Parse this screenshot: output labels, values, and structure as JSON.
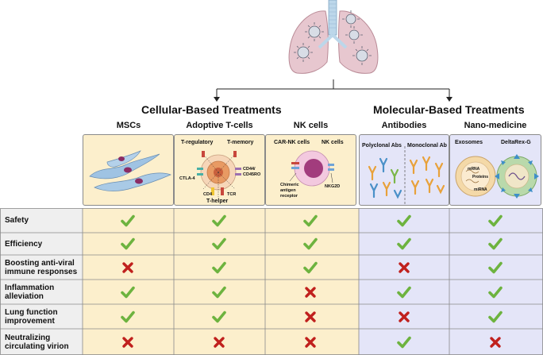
{
  "groups": {
    "cellular": "Cellular-Based Treatments",
    "molecular": "Molecular-Based Treatments"
  },
  "columns": [
    {
      "key": "mscs",
      "label": "MSCs",
      "group": "cellular"
    },
    {
      "key": "tcells",
      "label": "Adoptive T-cells",
      "group": "cellular"
    },
    {
      "key": "nk",
      "label": "NK cells",
      "group": "cellular"
    },
    {
      "key": "ab",
      "label": "Antibodies",
      "group": "molecular"
    },
    {
      "key": "nano",
      "label": "Nano-medicine",
      "group": "molecular"
    }
  ],
  "panels": {
    "tcells": {
      "treg": "T-regulatory",
      "tmem": "T-memory",
      "ctla4": "CTLA-4",
      "cd44": "CD44/",
      "cd45": "CD45RO",
      "cd4": "CD4",
      "tcr": "TCR",
      "thelper": "T-helper"
    },
    "nk": {
      "carnk": "CAR-NK cells",
      "nkcells": "NK cells",
      "chim1": "Chimeric",
      "chim2": "antigen",
      "chim3": "receptor",
      "nkg2d": "NKG2D"
    },
    "ab": {
      "poly": "Polyclonal Abs",
      "mono": "Monoclonal Ab"
    },
    "nano": {
      "exo": "Exosomes",
      "delta": "DeltaRex-G",
      "prot": "Proteins",
      "mrna": "mRNA",
      "mirna": "miRNA"
    }
  },
  "rows": [
    {
      "label": "Safety",
      "values": [
        "check",
        "check",
        "check",
        "check",
        "check"
      ]
    },
    {
      "label": "Efficiency",
      "values": [
        "check",
        "check",
        "check",
        "check",
        "check"
      ]
    },
    {
      "label": "Boosting anti-viral immune responses",
      "values": [
        "cross",
        "check",
        "check",
        "cross",
        "check"
      ]
    },
    {
      "label": "Inflammation alleviation",
      "values": [
        "check",
        "check",
        "cross",
        "check",
        "check"
      ]
    },
    {
      "label": "Lung function improvement",
      "values": [
        "check",
        "check",
        "cross",
        "cross",
        "check"
      ]
    },
    {
      "label": "Neutralizing circulating virion",
      "values": [
        "cross",
        "cross",
        "cross",
        "check",
        "cross"
      ]
    }
  ],
  "colors": {
    "check": "#6db33f",
    "cross": "#c0201d",
    "cellular_bg": "#fcefcc",
    "molecular_bg": "#e4e5f8",
    "lung": "#e7c7cf",
    "trachea": "#bcd7ea"
  }
}
